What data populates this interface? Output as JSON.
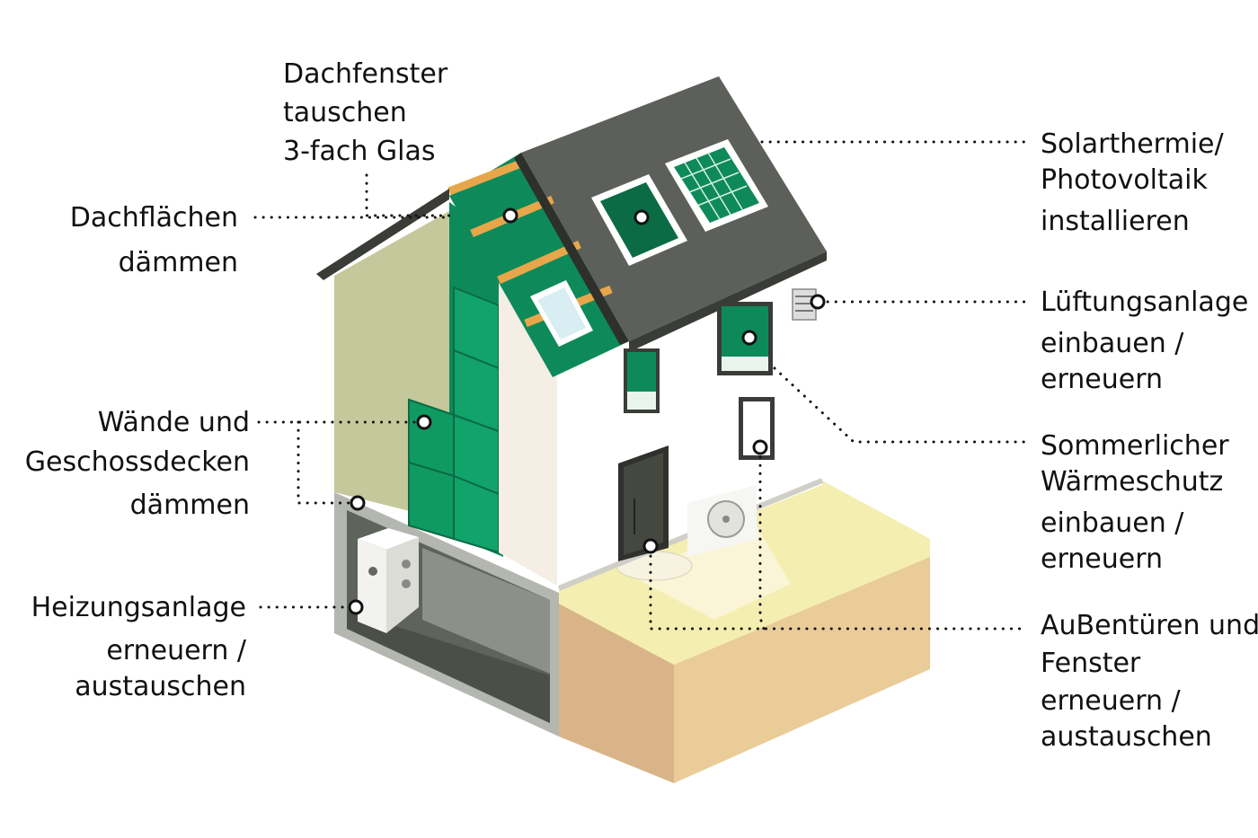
{
  "labels": {
    "dachfenster": [
      "Dachfenster",
      "tauschen",
      "3-fach Glas"
    ],
    "dachflaechen": [
      "Dachflächen",
      "dämmen"
    ],
    "waende": [
      "Wände und",
      "Geschossdecken",
      "dämmen"
    ],
    "heizung": [
      "Heizungsanlage",
      "erneuern /",
      "austauschen"
    ],
    "solar": [
      "Solarthermie/",
      "Photovoltaik",
      "installieren"
    ],
    "lueftung": [
      "Lüftungsanlage",
      "einbauen /",
      "erneuern"
    ],
    "waermeschutz": [
      "Sommerlicher",
      "Wärmeschutz",
      "einbauen /",
      "erneuern"
    ],
    "aussentueren": [
      "AuBentüren und",
      "Fenster",
      "erneuern /",
      "austauschen"
    ]
  },
  "colors": {
    "insulation_green": "#0e8a5a",
    "dark_green": "#0b6b45",
    "roof_dark": "#5d605a",
    "roof_edge": "#3a3c38",
    "wall_olive": "#c5c89a",
    "wall_white": "#ffffff",
    "ground_top": "#f4eeb0",
    "ground_side": "#d9b488",
    "basement": "#6b6f66",
    "timber": "#e8a64a",
    "line": "#111111"
  }
}
